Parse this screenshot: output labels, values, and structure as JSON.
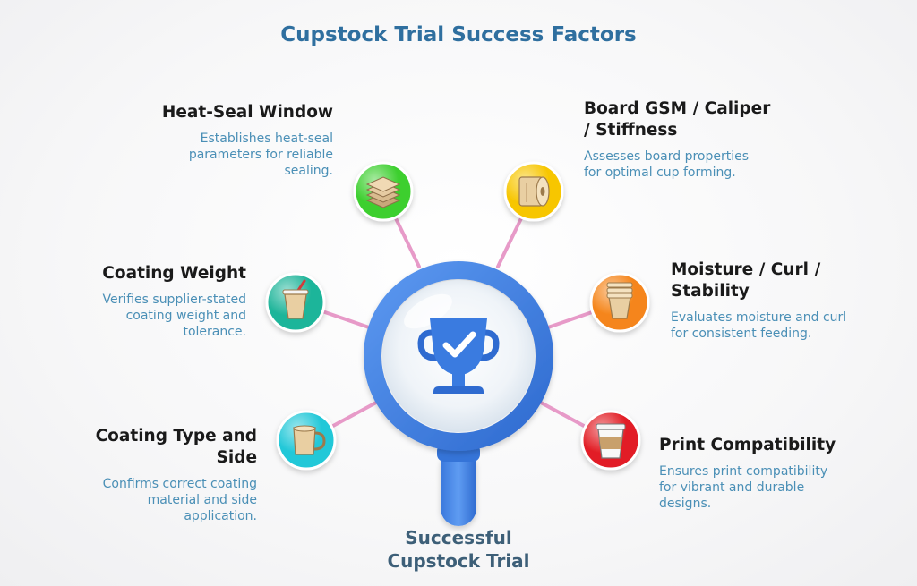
{
  "title": "Cupstock Trial Success Factors",
  "center": {
    "label_line1": "Successful",
    "label_line2": "Cupstock Trial"
  },
  "factors": [
    {
      "id": "heat-seal",
      "title_lines": [
        "Heat-Seal Window"
      ],
      "desc_lines": [
        "Establishes heat-seal",
        "parameters for reliable",
        "sealing."
      ],
      "icon": "stacked-sheets-icon",
      "color": "#3ccf2e"
    },
    {
      "id": "board-gsm",
      "title_lines": [
        "Board GSM / Caliper",
        "/ Stiffness"
      ],
      "desc_lines": [
        "Assesses board properties",
        "for optimal cup forming."
      ],
      "icon": "paper-roll-icon",
      "color": "#f7c600"
    },
    {
      "id": "coating-weight",
      "title_lines": [
        "Coating Weight"
      ],
      "desc_lines": [
        "Verifies supplier-stated",
        "coating weight and",
        "tolerance."
      ],
      "icon": "cup-with-straw-icon",
      "color": "#1fb59a"
    },
    {
      "id": "moisture",
      "title_lines": [
        "Moisture / Curl /",
        "Stability"
      ],
      "desc_lines": [
        "Evaluates moisture and curl",
        "for consistent feeding."
      ],
      "icon": "stacked-cups-icon",
      "color": "#f5851a"
    },
    {
      "id": "coating-type",
      "title_lines": [
        "Coating Type and",
        "Side"
      ],
      "desc_lines": [
        "Confirms correct coating",
        "material and side",
        "application."
      ],
      "icon": "mug-icon",
      "color": "#23c8d8"
    },
    {
      "id": "print",
      "title_lines": [
        "Print Compatibility"
      ],
      "desc_lines": [
        "Ensures print compatibility",
        "for vibrant and durable",
        "designs."
      ],
      "icon": "coffee-cup-icon",
      "color": "#e21f26"
    }
  ],
  "colors": {
    "title": "#2f6f9f",
    "magnifier": "#3f7fe0",
    "connector": "#e79ac8",
    "heading": "#1a1a1a",
    "description": "#4a8fb6",
    "center_label": "#3d5f78"
  },
  "center_icon": "trophy-check-icon",
  "magnifier_icon": "magnifying-glass-icon"
}
